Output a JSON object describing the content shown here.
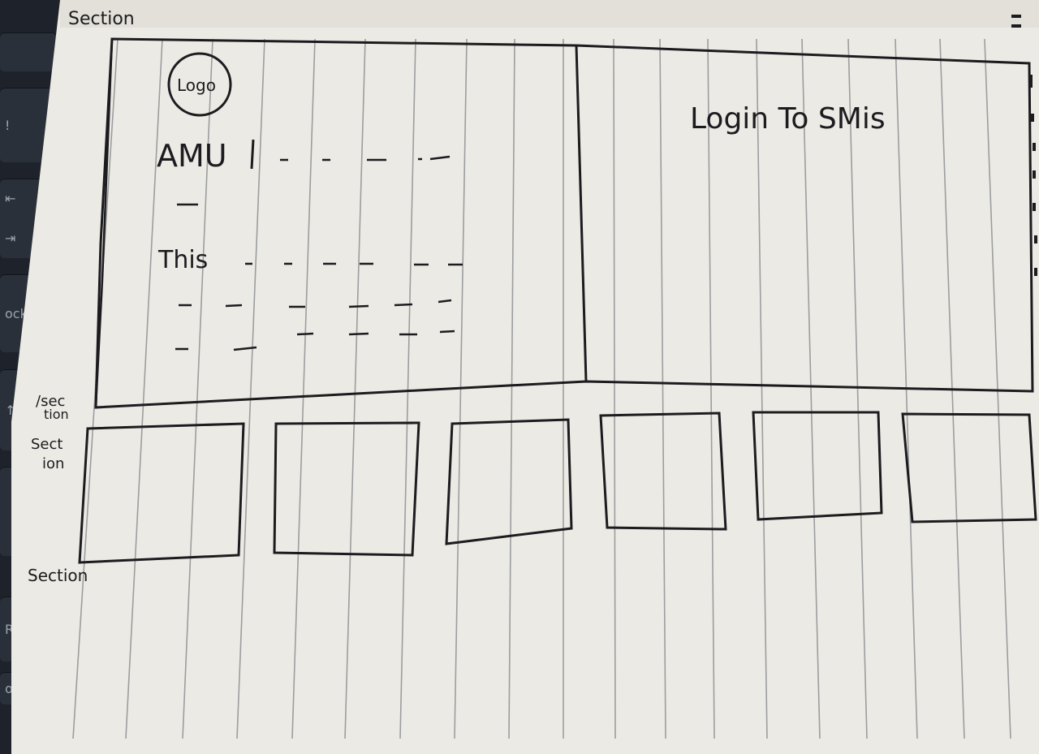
{
  "labels": {
    "section_top": "Section",
    "section_close_1": "/sec",
    "section_close_2": "tion",
    "section_mid_1": "Sect",
    "section_mid_2": "ion",
    "section_bottom": "Section"
  },
  "hero": {
    "logo": "Logo",
    "org": "AMU",
    "intro": "This",
    "login_title": "Login To SMis"
  },
  "cards": [
    {
      "label": ""
    },
    {
      "label": ""
    },
    {
      "label": ""
    },
    {
      "label": ""
    },
    {
      "label": ""
    },
    {
      "label": ""
    }
  ],
  "keyboard": {
    "keys": [
      "!",
      "⇤",
      "⇥",
      "ock",
      "↑",
      "R",
      "o"
    ]
  },
  "colors": {
    "ink": "#1c1b1f",
    "paper": "#eceae4",
    "rule": "#9b9e9e"
  }
}
